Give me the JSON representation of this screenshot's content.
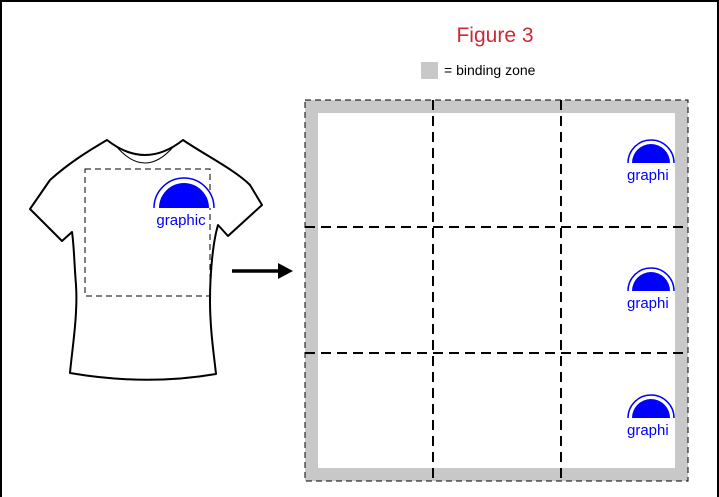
{
  "figure": {
    "title": "Figure 3",
    "legend_label": "= binding zone",
    "graphic_label": "graphic",
    "tile_graphic_label": "graphi",
    "colors": {
      "title": "#cc2a36",
      "binding_zone": "#c8c8c8",
      "graphic": "#0000ff",
      "outline": "#000000"
    },
    "grid": {
      "rows": 3,
      "cols": 3
    }
  }
}
